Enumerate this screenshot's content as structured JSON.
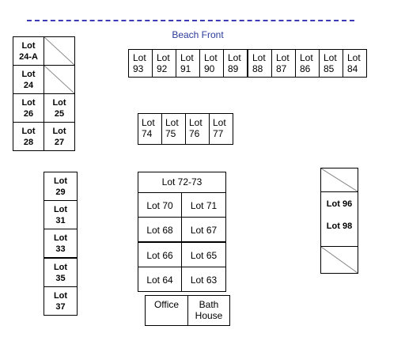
{
  "beach": {
    "label": "Beach Front",
    "color": "#2b3b9b"
  },
  "lot_prefix": "Lot",
  "top_row": [
    "93",
    "92",
    "91",
    "90",
    "89",
    "88",
    "87",
    "86",
    "85",
    "84"
  ],
  "middle_row": [
    "74",
    "75",
    "76",
    "77"
  ],
  "left_block": {
    "lot_24a": "24-A",
    "lot_24": "24",
    "lot_26": "26",
    "lot_25": "25",
    "lot_28": "28",
    "lot_27": "27"
  },
  "left_column": [
    "29",
    "31",
    "33",
    "35",
    "37"
  ],
  "center_block": {
    "header": "Lot 72-73",
    "rows": [
      [
        "Lot 70",
        "Lot 71"
      ],
      [
        "Lot 68",
        "Lot 67"
      ],
      [
        "Lot 66",
        "Lot 65"
      ],
      [
        "Lot 64",
        "Lot 63"
      ]
    ]
  },
  "office": {
    "label": "Office",
    "bath_line1": "Bath",
    "bath_line2": "House"
  },
  "right_column": {
    "lot_96": "Lot 96",
    "lot_98": "Lot 98"
  }
}
